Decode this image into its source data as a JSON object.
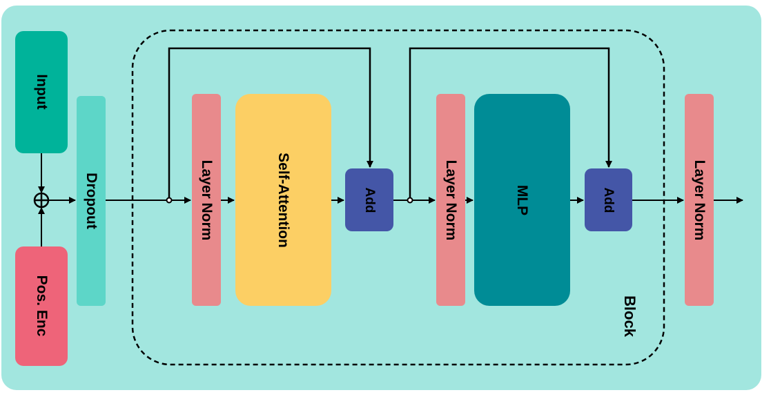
{
  "labels": {
    "input": "Input",
    "pos_enc": "Pos. Enc",
    "dropout": "Dropout",
    "layer_norm_1": "Layer Norm",
    "self_attention": "Self-Attention",
    "add_1": "Add",
    "layer_norm_2": "Layer Norm",
    "mlp": "MLP",
    "add_2": "Add",
    "layer_norm_3": "Layer Norm",
    "block": "Block"
  },
  "colors": {
    "background": "#a2e6df",
    "input": "#00b39a",
    "pos_enc": "#ee6479",
    "dropout": "#5dd6c8",
    "layer_norm": "#e88a8c",
    "self_attention": "#fccf64",
    "add": "#4456a7",
    "mlp": "#008c96"
  }
}
